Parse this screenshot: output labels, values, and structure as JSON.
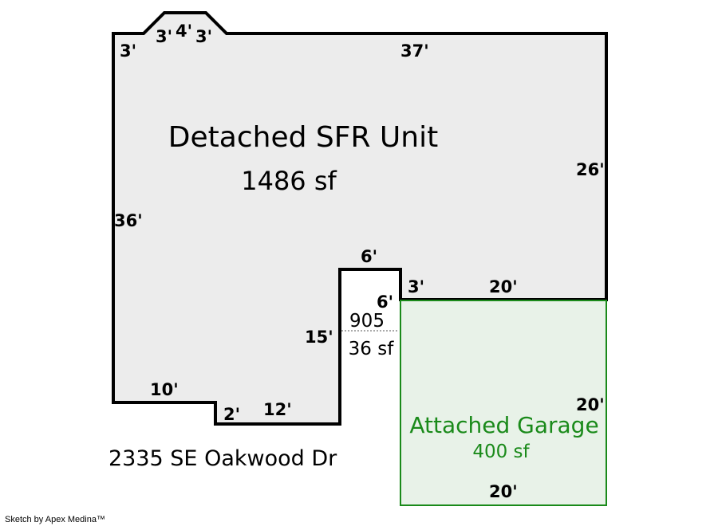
{
  "main_area": {
    "name": "Detached SFR Unit",
    "size": "1486 sf"
  },
  "small_area": {
    "name": "905",
    "size": "36 sf"
  },
  "garage": {
    "name": "Attached Garage",
    "size": "400 sf"
  },
  "dimensions": {
    "notch_left": "3'",
    "notch_left2": "3'",
    "notch_top": "4'",
    "notch_right": "3'",
    "top": "37'",
    "right": "26'",
    "left": "36'",
    "bump_top": "6'",
    "bump_right": "6'",
    "step_short": "3'",
    "garage_top": "20'",
    "bump_left": "15'",
    "bottom_left": "10'",
    "step_down": "2'",
    "bottom_mid": "12'",
    "garage_right": "20'",
    "garage_bottom": "20'"
  },
  "address": "2335 SE Oakwood Dr",
  "credit": "Sketch by Apex Medina™",
  "colors": {
    "main_fill": "#ececec",
    "garage_fill": "#e8f2e8",
    "garage_stroke": "#1a8a1a",
    "outline": "#000000"
  }
}
